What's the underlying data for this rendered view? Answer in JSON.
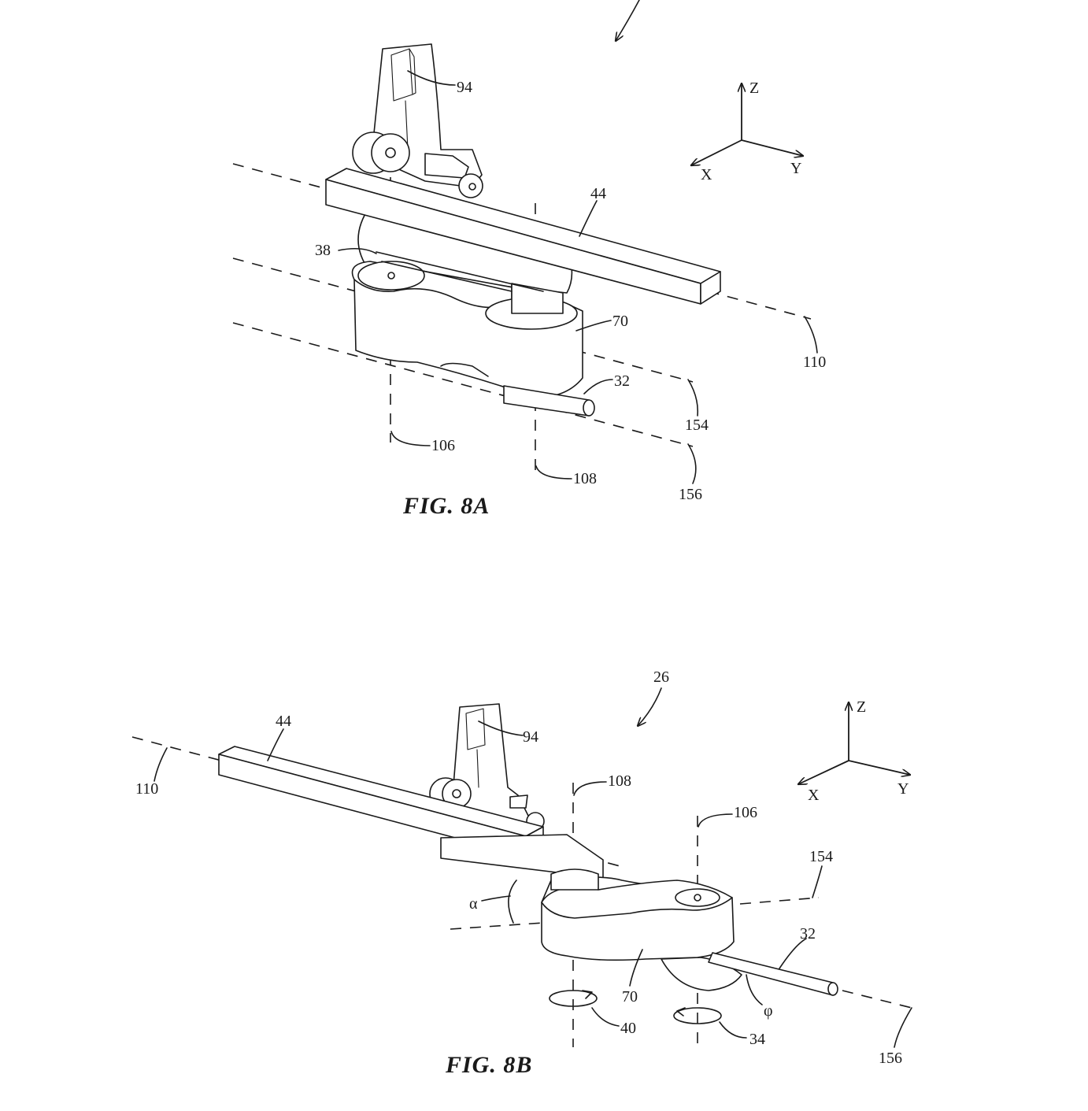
{
  "fig_8a": {
    "caption": "FIG. 8A",
    "labels": {
      "ref_94": "94",
      "ref_44": "44",
      "ref_38": "38",
      "ref_70": "70",
      "ref_110": "110",
      "ref_32": "32",
      "ref_154": "154",
      "ref_106": "106",
      "ref_108": "108",
      "ref_156": "156"
    },
    "axes": {
      "z": "Z",
      "x": "X",
      "y": "Y"
    }
  },
  "fig_8b": {
    "caption": "FIG. 8B",
    "labels": {
      "ref_26": "26",
      "ref_44": "44",
      "ref_94": "94",
      "ref_110": "110",
      "ref_108": "108",
      "ref_106": "106",
      "ref_154": "154",
      "ref_32": "32",
      "ref_alpha": "α",
      "ref_70": "70",
      "ref_phi": "φ",
      "ref_40": "40",
      "ref_34": "34",
      "ref_156": "156"
    },
    "axes": {
      "z": "Z",
      "x": "X",
      "y": "Y"
    }
  }
}
